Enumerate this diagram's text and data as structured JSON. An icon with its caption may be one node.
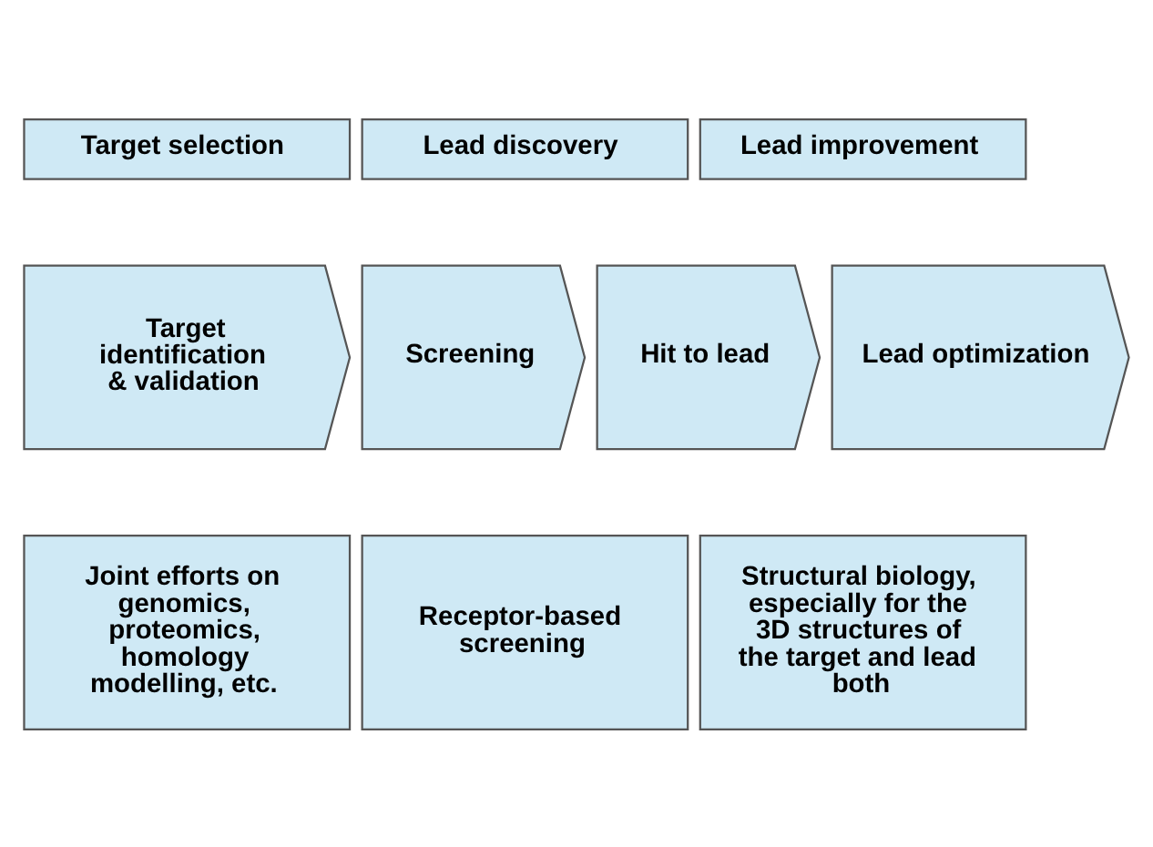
{
  "diagram": {
    "nodes": [
      {
        "text": [
          "Target selection"
        ]
      },
      {
        "text": [
          "Lead discovery"
        ]
      },
      {
        "text": [
          "Lead improvement"
        ]
      },
      {
        "text": [
          "Target identification & validation"
        ]
      },
      {
        "text": [
          "Screening"
        ]
      },
      {
        "text": [
          "Hit to lead"
        ]
      },
      {
        "text": [
          "Lead optimization"
        ]
      },
      {
        "text": [
          "Joint efforts on genomics, proteomics, homology modelling, etc."
        ]
      },
      {
        "text": [
          "Receptor-based screening"
        ]
      },
      {
        "text": [
          "Structural biology, especially for the 3D structures of the target and lead both"
        ]
      }
    ]
  }
}
